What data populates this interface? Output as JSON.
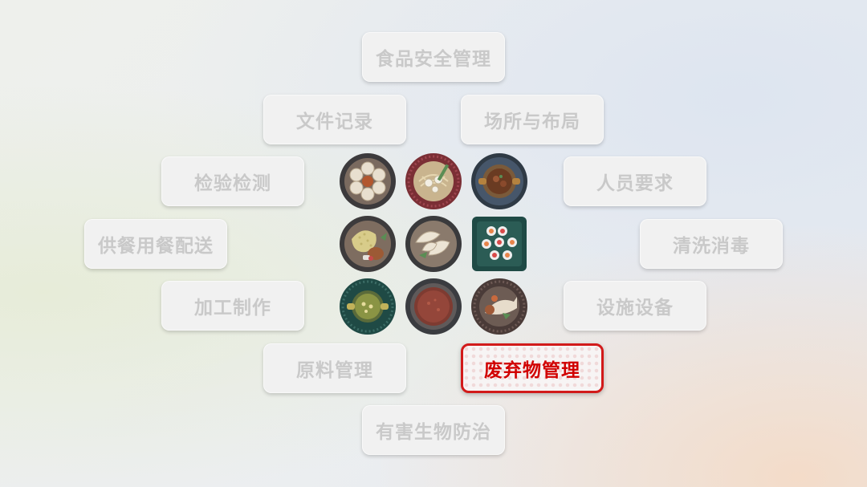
{
  "topics": {
    "food_safety": "食品安全管理",
    "documents": "文件记录",
    "premises": "场所与布局",
    "inspection": "检验检测",
    "personnel": "人员要求",
    "catering": "供餐用餐配送",
    "cleaning": "清洗消毒",
    "processing": "加工制作",
    "facilities": "设施设备",
    "raw_materials": "原料管理",
    "waste": "废弃物管理",
    "pest_control": "有害生物防治"
  },
  "active_topic": "废弃物管理",
  "colors": {
    "tag_text": "#c9c9c9",
    "active_border": "#d21a1a",
    "active_text": "#d10000"
  },
  "icons": [
    "dumpling-plate-icon",
    "noodle-plate-icon",
    "stew-pot-icon",
    "rice-chicken-plate-icon",
    "steamed-dumplings-icon",
    "sushi-plate-icon",
    "soup-pot-icon",
    "red-soup-bowl-icon",
    "fish-plate-icon"
  ]
}
